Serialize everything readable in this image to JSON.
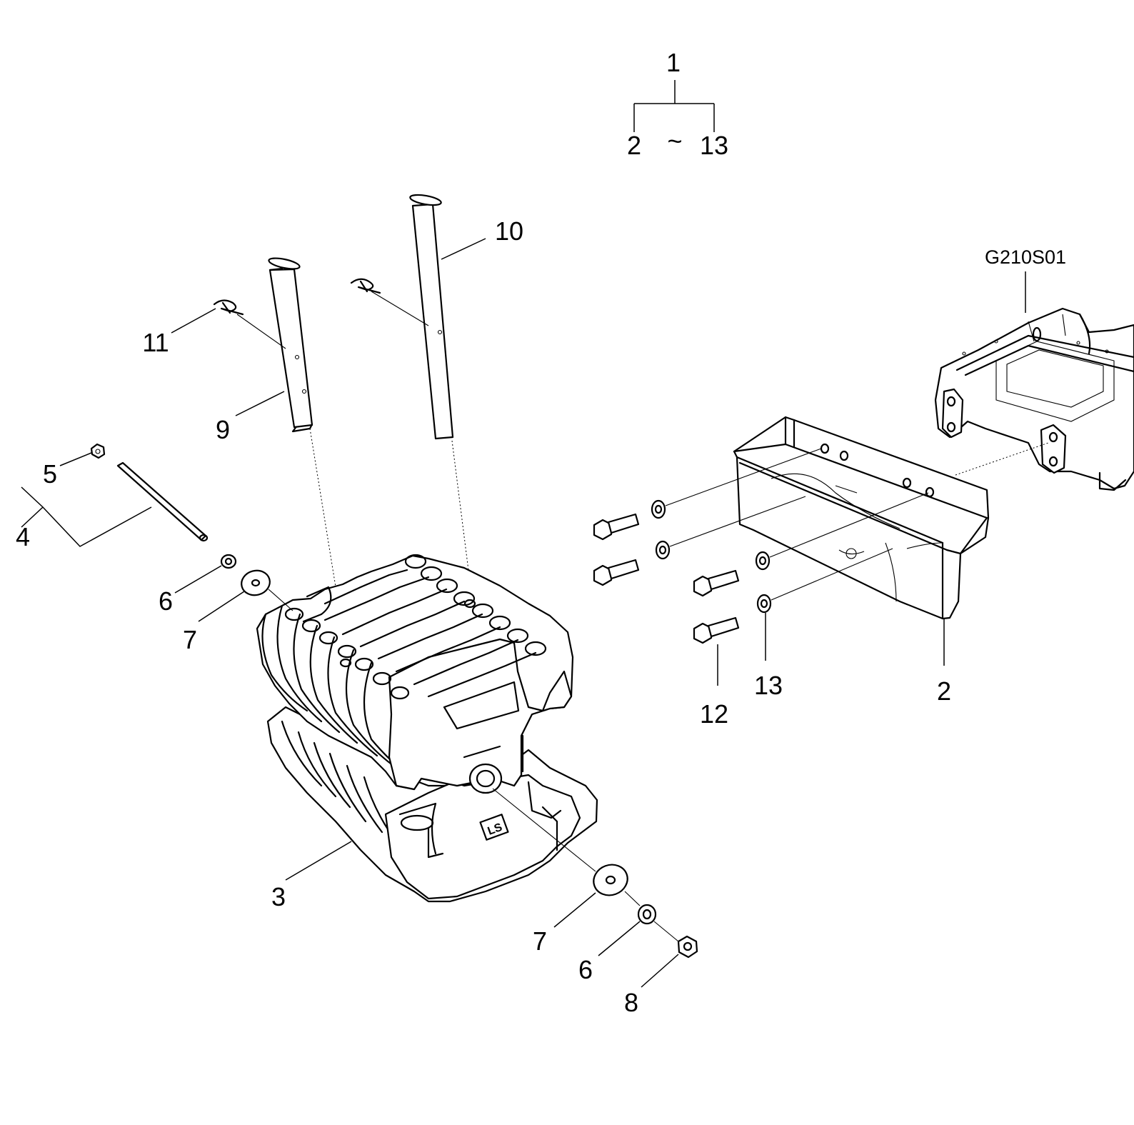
{
  "assembly": {
    "parent_label": "1",
    "range_start": "2",
    "range_sep": "~",
    "range_end": "13"
  },
  "reference_code": "G210S01",
  "callouts": [
    {
      "id": "c2",
      "text": "2"
    },
    {
      "id": "c3",
      "text": "3"
    },
    {
      "id": "c4",
      "text": "4"
    },
    {
      "id": "c5",
      "text": "5"
    },
    {
      "id": "c6a",
      "text": "6"
    },
    {
      "id": "c6b",
      "text": "6"
    },
    {
      "id": "c7a",
      "text": "7"
    },
    {
      "id": "c7b",
      "text": "7"
    },
    {
      "id": "c8",
      "text": "8"
    },
    {
      "id": "c9",
      "text": "9"
    },
    {
      "id": "c10",
      "text": "10"
    },
    {
      "id": "c11",
      "text": "11"
    },
    {
      "id": "c12",
      "text": "12"
    },
    {
      "id": "c13",
      "text": "13"
    }
  ],
  "logo_text": "LS"
}
